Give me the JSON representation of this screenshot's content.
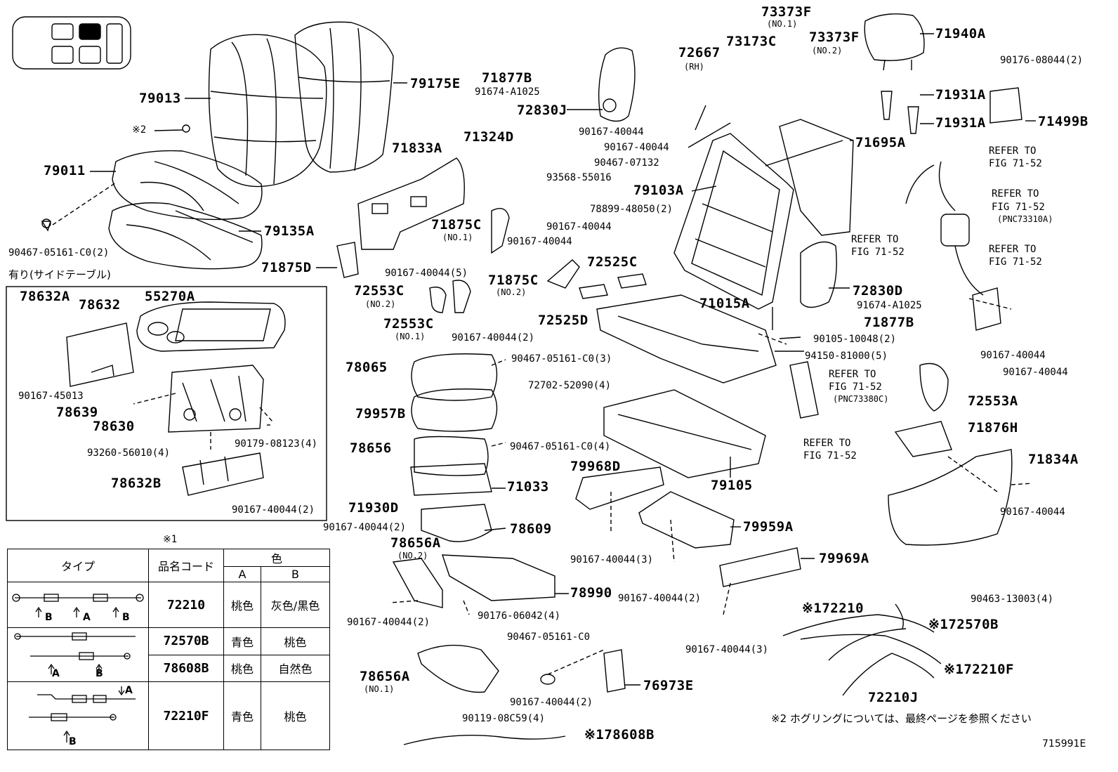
{
  "parts": {
    "p79013": "79013",
    "p79175E": "79175E",
    "note2_marker": "※2",
    "p79011": "79011",
    "p79135A": "79135A",
    "p90467_05161_C0_2": "90467-05161-C0(2)",
    "p71877B_top": "71877B",
    "p91674_A1025_top": "91674-A1025",
    "p72830J": "72830J",
    "p71833A": "71833A",
    "p71324D": "71324D",
    "p93568_55016": "93568-55016",
    "p71875C_no1": "71875C",
    "p71875C_no1_sub": "(NO.1)",
    "p90167_40044_a": "90167-40044",
    "p90167_40044_b": "90167-40044",
    "p71875D": "71875D",
    "p90167_40044_5": "90167-40044(5)",
    "p72553C_no2": "72553C",
    "p72553C_no2_sub": "(NO.2)",
    "p72553C_no1": "72553C",
    "p72553C_no1_sub": "(NO.1)",
    "p71875C_no2": "71875C",
    "p71875C_no2_sub": "(NO.2)",
    "p90167_40044_2a": "90167-40044(2)",
    "p72525C": "72525C",
    "p72525D": "72525D",
    "p72667": "72667",
    "p72667_sub": "(RH)",
    "p73173C": "73173C",
    "p73373F_no1": "73373F",
    "p73373F_no1_sub": "(NO.1)",
    "p73373F_no2": "73373F",
    "p73373F_no2_sub": "(NO.2)",
    "p71940A": "71940A",
    "p90176_08044_2": "90176-08044(2)",
    "p71931A_a": "71931A",
    "p71931A_b": "71931A",
    "p71499B": "71499B",
    "p71695A": "71695A",
    "p90167_40044_c": "90167-40044",
    "p90167_40044_d": "90167-40044",
    "p90467_07132": "90467-07132",
    "p79103A": "79103A",
    "p78899_48050_2": "78899-48050(2)",
    "p72830D": "72830D",
    "p91674_A1025_b": "91674-A1025",
    "p71877B_b": "71877B",
    "p71015A": "71015A",
    "p90105_10048_2": "90105-10048(2)",
    "p94150_81000_5": "94150-81000(5)",
    "refer1_a": "REFER TO",
    "refer1_b": "FIG 71-52",
    "refer2_a": "REFER TO",
    "refer2_b": "FIG 71-52",
    "refer2_c": "(PNC73310A)",
    "refer3_a": "REFER TO",
    "refer3_b": "FIG 71-52",
    "refer4_a": "REFER TO",
    "refer4_b": "FIG 71-52",
    "refer5_a": "REFER TO",
    "refer5_b": "FIG 71-52",
    "refer5_c": "(PNC73380C)",
    "refer6_a": "REFER TO",
    "refer6_b": "FIG 71-52",
    "p90167_40044_e": "90167-40044",
    "p90167_40044_f": "90167-40044",
    "p72553A": "72553A",
    "p71876H": "71876H",
    "p71834A": "71834A",
    "p90167_40044_g": "90167-40044",
    "p78065": "78065",
    "p90467_05161_C0_3": "90467-05161-C0(3)",
    "p79957B": "79957B",
    "p72702_52090_4": "72702-52090(4)",
    "p78656": "78656",
    "p90467_05161_C0_4": "90467-05161-C0(4)",
    "p71033": "71033",
    "p71930D": "71930D",
    "p90167_40044_2b": "90167-40044(2)",
    "p78609": "78609",
    "p78656A_no2": "78656A",
    "p78656A_no2_sub": "(NO.2)",
    "p79968D": "79968D",
    "p79105": "79105",
    "p79959A": "79959A",
    "p90167_40044_3a": "90167-40044(3)",
    "p79969A": "79969A",
    "p78990": "78990",
    "p90167_40044_2c": "90167-40044(2)",
    "p90176_06042_4": "90176-06042(4)",
    "p90167_40044_2d": "90167-40044(2)",
    "p90167_40044_3b": "90167-40044(3)",
    "p90467_05161_C0_single": "90467-05161-C0",
    "p78656A_no1": "78656A",
    "p78656A_no1_sub": "(NO.1)",
    "p90167_40044_2e": "90167-40044(2)",
    "p76973E": "76973E",
    "p90119_08C59_4": "90119-08C59(4)",
    "p78608B": "※178608B",
    "p72210": "※172210",
    "p90463_13003_4": "90463-13003(4)",
    "p72570B": "※172570B",
    "p72210F": "※172210F",
    "p72210J": "72210J"
  },
  "inset": {
    "title": "有り(サイドテーブル)",
    "p78632A": "78632A",
    "p78632": "78632",
    "p55270A": "55270A",
    "p90167_45013": "90167-45013",
    "p78639": "78639",
    "p78630": "78630",
    "p90179_08123_4": "90179-08123(4)",
    "p93260_56010_4": "93260-56010(4)",
    "p78632B": "78632B",
    "p90167_40044_2": "90167-40044(2)"
  },
  "table": {
    "marker": "※1",
    "col_type": "タイプ",
    "col_code": "品名コード",
    "col_color": "色",
    "col_a": "A",
    "col_b": "B",
    "rows": [
      {
        "code": "72210",
        "a": "桃色",
        "b": "灰色/黒色"
      },
      {
        "code": "72570B",
        "a": "青色",
        "b": "桃色"
      },
      {
        "code": "78608B",
        "a": "桃色",
        "b": "自然色"
      },
      {
        "code": "72210F",
        "a": "青色",
        "b": "桃色"
      }
    ],
    "arrow_a": "A",
    "arrow_b": "B"
  },
  "footnote": "※2 ホグリングについては、最終ページを参照ください",
  "figure_id": "715991E"
}
